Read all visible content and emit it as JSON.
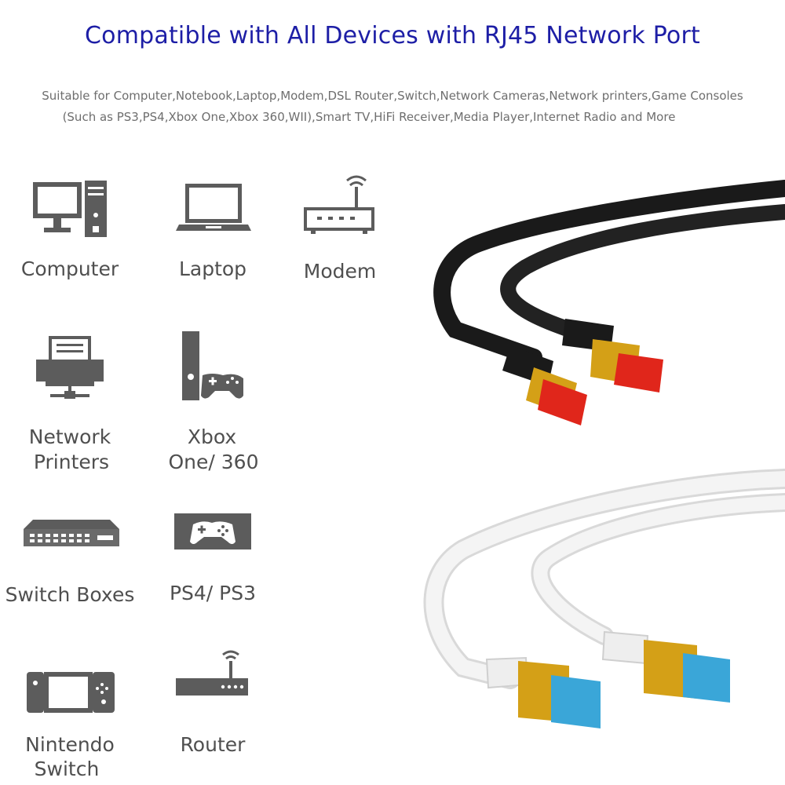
{
  "header": {
    "title": "Compatible with All Devices with RJ45 Network Port",
    "subtitle_line1": "Suitable for Computer,Notebook,Laptop,Modem,DSL Router,Switch,Network Cameras,Network printers,Game Consoles",
    "subtitle_line2": "(Such as PS3,PS4,Xbox One,Xbox 360,WII),Smart TV,HiFi Receiver,Media Player,Internet Radio and More"
  },
  "devices": {
    "computer": {
      "label": "Computer",
      "icon": "desktop-computer-icon"
    },
    "laptop": {
      "label": "Laptop",
      "icon": "laptop-icon"
    },
    "modem": {
      "label": "Modem",
      "icon": "modem-icon"
    },
    "printer": {
      "line1": "Network",
      "line2": "Printers",
      "icon": "printer-icon"
    },
    "xbox": {
      "line1": "Xbox",
      "line2": "One/ 360",
      "icon": "xbox-console-icon"
    },
    "switch_box": {
      "label": "Switch Boxes",
      "icon": "network-switch-icon"
    },
    "ps": {
      "label": "PS4/ PS3",
      "icon": "ps-console-icon"
    },
    "nintendo": {
      "line1": "Nintendo",
      "line2": "Switch",
      "icon": "nintendo-switch-icon"
    },
    "router": {
      "label": "Router",
      "icon": "router-icon"
    }
  },
  "colors": {
    "title": "#1d1ea6",
    "subtitle": "#6e6e6e",
    "icon": "#5c5c5c",
    "label": "#4f4f4f",
    "cable_black": "#1a1a1a",
    "cable_white": "#f2f2f2",
    "plug_gold": "#d4a017",
    "boot_red": "#e0261b",
    "boot_blue": "#3aa6d8"
  }
}
